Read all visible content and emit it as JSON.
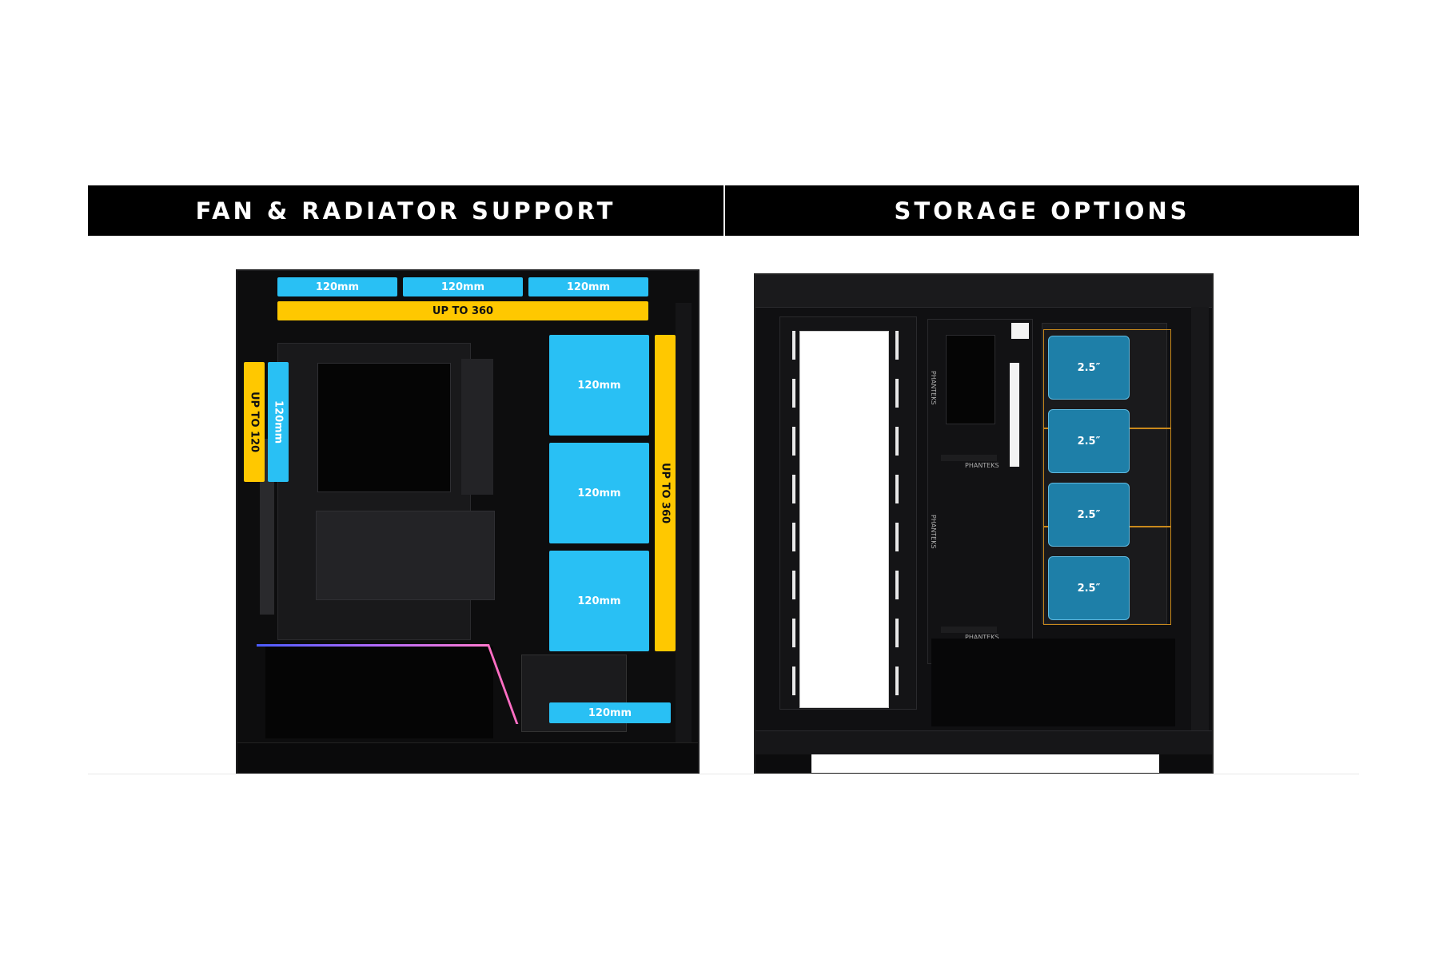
{
  "banners": {
    "left": "FAN & RADIATOR SUPPORT",
    "right": "STORAGE OPTIONS"
  },
  "fan_case": {
    "top_fans": [
      "120mm",
      "120mm",
      "120mm"
    ],
    "top_radiator": "UP TO 360",
    "rear_radiator": "UP TO 120",
    "rear_fan": "120mm",
    "side_fans": [
      "120mm",
      "120mm",
      "120mm"
    ],
    "side_radiator": "UP TO 360",
    "bottom_fan": "120mm"
  },
  "storage_case": {
    "drives": [
      "2.5″",
      "2.5″",
      "2.5″",
      "2.5″"
    ],
    "brand_marks": [
      "PHANTEKS",
      "PHANTEKS",
      "PHANTEKS",
      "PHANTEKS"
    ]
  },
  "colors": {
    "fan_tag": "#29c0f4",
    "radiator_tag": "#ffc800",
    "drive_tray": "#1e7fa8",
    "bay_outline": "#c9891c"
  }
}
